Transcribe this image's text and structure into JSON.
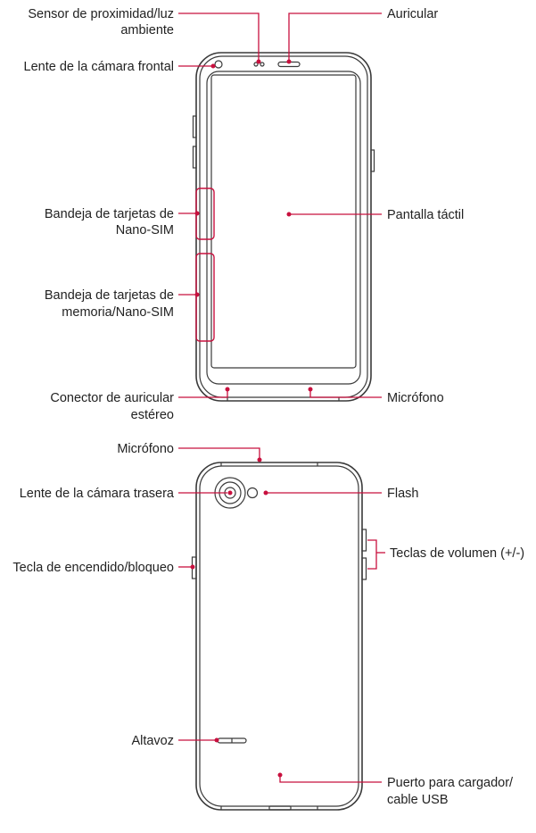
{
  "colors": {
    "accent": "#c8103e",
    "outline": "#3a3a3a",
    "text": "#222222"
  },
  "front": {
    "proximity_sensor": [
      "Sensor de proximidad/luz",
      "ambiente"
    ],
    "earpiece": "Auricular",
    "front_camera": "Lente de la cámara frontal",
    "nano_sim_tray": [
      "Bandeja de tarjetas de",
      "Nano-SIM"
    ],
    "memory_tray": [
      "Bandeja de tarjetas de",
      "memoria/Nano-SIM"
    ],
    "touch_screen": "Pantalla táctil",
    "headset_jack": [
      "Conector de auricular",
      "estéreo"
    ],
    "microphone_bottom": "Micrófono"
  },
  "back": {
    "microphone_top": "Micrófono",
    "rear_camera": "Lente de la cámara trasera",
    "flash": "Flash",
    "volume_keys": "Teclas de volumen (+/-)",
    "power_key": "Tecla de encendido/bloqueo",
    "speaker": "Altavoz",
    "charger_port": [
      "Puerto para cargador/",
      "cable USB"
    ]
  }
}
